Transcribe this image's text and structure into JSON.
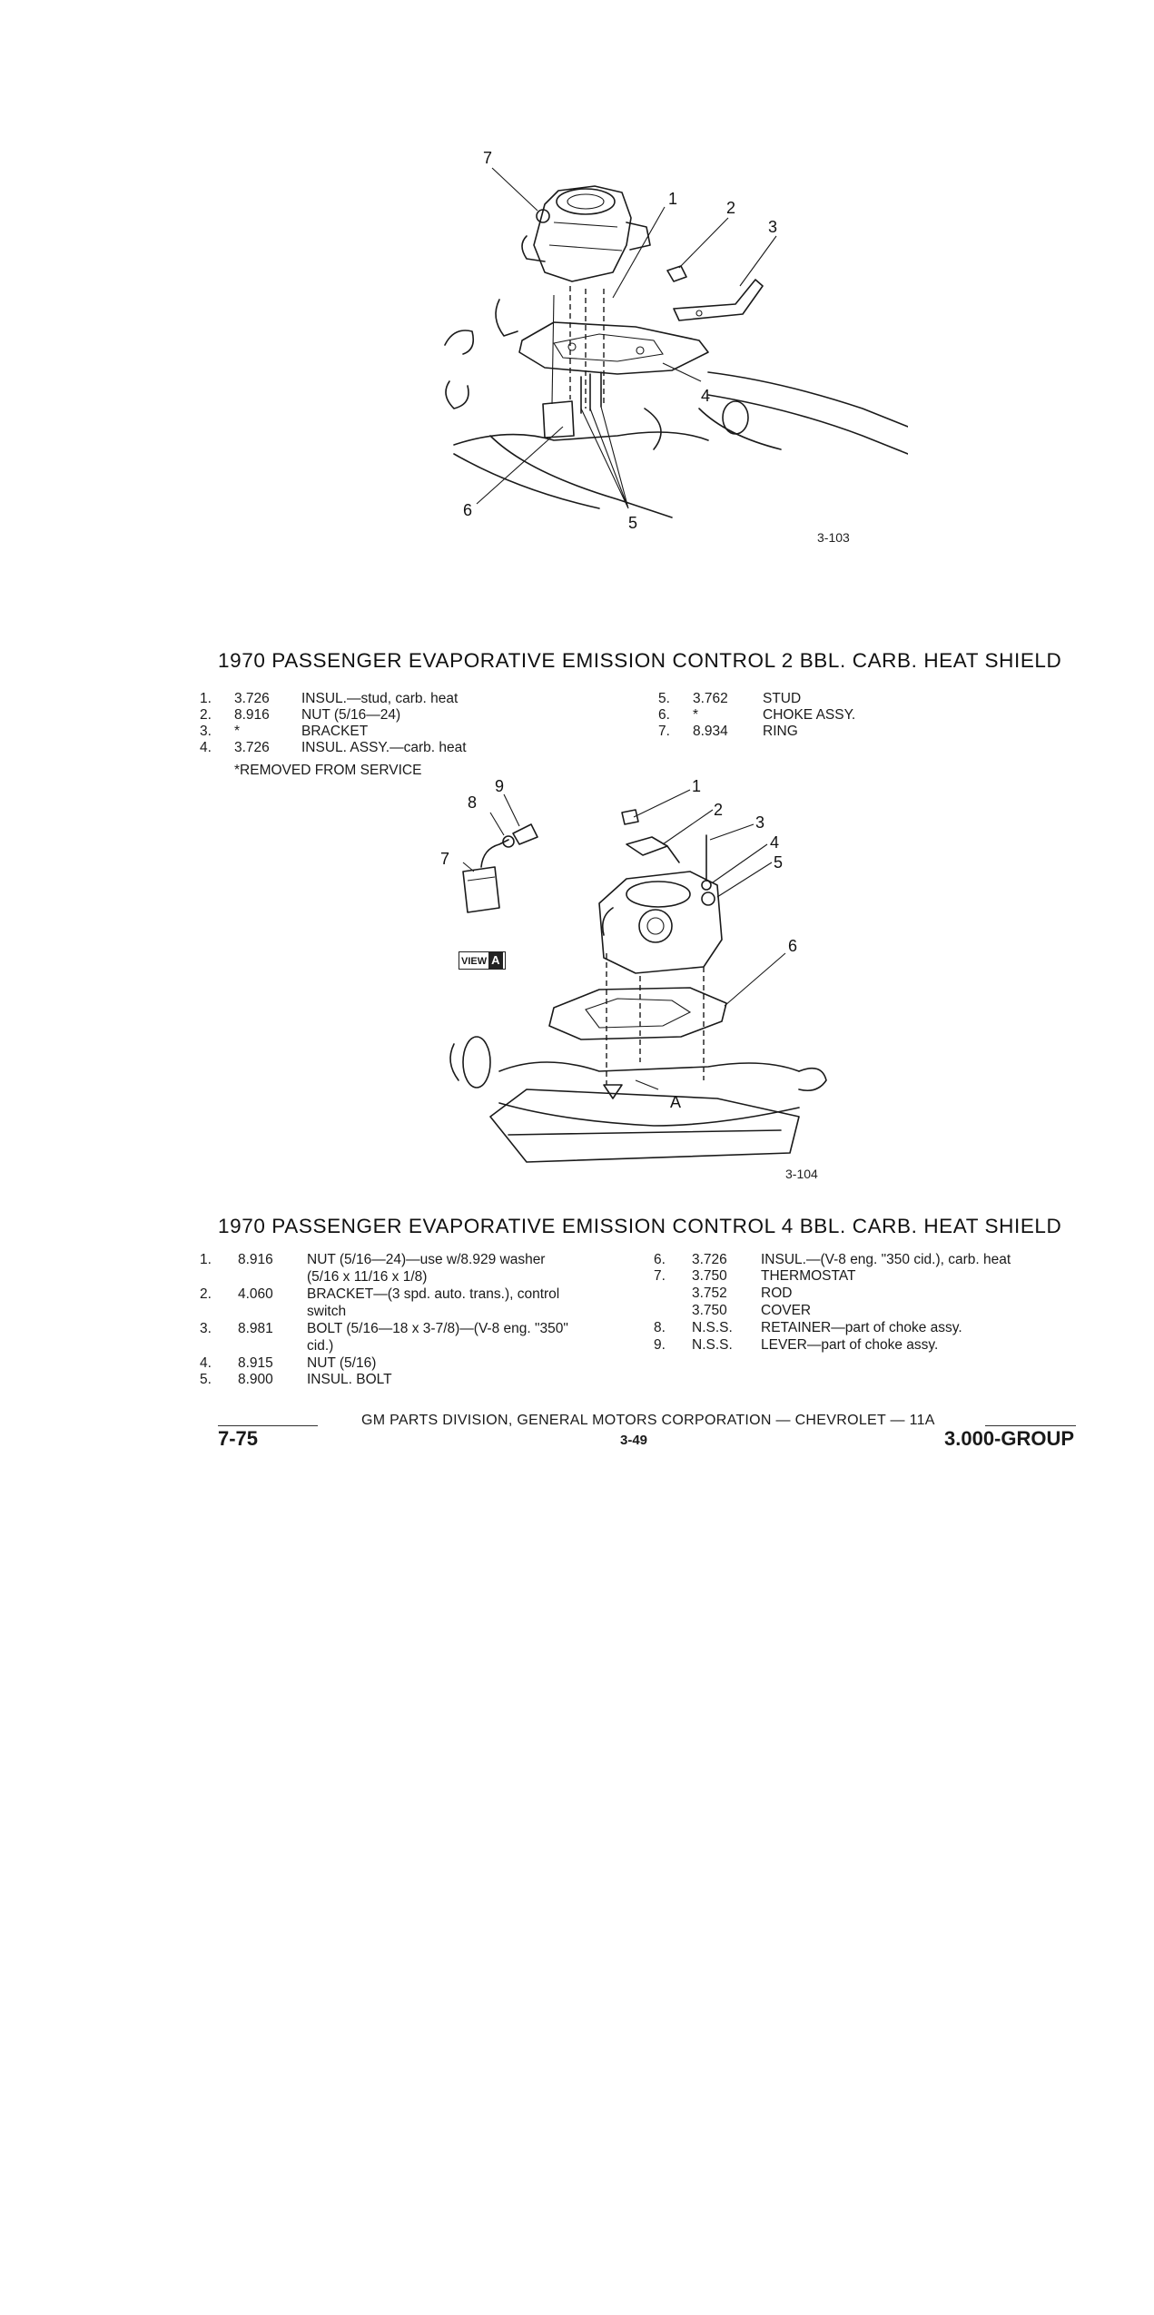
{
  "figure1": {
    "fig_id": "3-103",
    "callouts": [
      "1",
      "2",
      "3",
      "4",
      "5",
      "6",
      "7"
    ]
  },
  "section1": {
    "title": "1970 PASSENGER EVAPORATIVE EMISSION CONTROL 2 BBL. CARB. HEAT SHIELD",
    "parts_left": [
      {
        "num": "1.",
        "code": "3.726",
        "desc": "INSUL.—stud, carb. heat"
      },
      {
        "num": "2.",
        "code": "8.916",
        "desc": "NUT (5/16—24)"
      },
      {
        "num": "3.",
        "code": "*",
        "desc": "BRACKET"
      },
      {
        "num": "4.",
        "code": "3.726",
        "desc": "INSUL. ASSY.—carb. heat"
      }
    ],
    "parts_right": [
      {
        "num": "5.",
        "code": "3.762",
        "desc": "STUD"
      },
      {
        "num": "6.",
        "code": "*",
        "desc": "CHOKE ASSY."
      },
      {
        "num": "7.",
        "code": "8.934",
        "desc": "RING"
      }
    ],
    "note": "*REMOVED FROM SERVICE"
  },
  "figure2": {
    "fig_id": "3-104",
    "view_label": "VIEW",
    "view_letter": "A",
    "arrow_letter": "A",
    "callouts": [
      "1",
      "2",
      "3",
      "4",
      "5",
      "6",
      "7",
      "8",
      "9"
    ]
  },
  "section2": {
    "title": "1970 PASSENGER EVAPORATIVE EMISSION CONTROL 4 BBL. CARB. HEAT SHIELD",
    "parts_left": [
      {
        "num": "1.",
        "code": "8.916",
        "desc": "NUT (5/16—24)—use w/8.929 washer (5/16 x 11/16 x 1/8)"
      },
      {
        "num": "2.",
        "code": "4.060",
        "desc": "BRACKET—(3 spd. auto. trans.), control switch"
      },
      {
        "num": "3.",
        "code": "8.981",
        "desc": "BOLT (5/16—18 x 3-7/8)—(V-8 eng. \"350\" cid.)"
      },
      {
        "num": "4.",
        "code": "8.915",
        "desc": "NUT (5/16)"
      },
      {
        "num": "5.",
        "code": "8.900",
        "desc": "INSUL. BOLT"
      }
    ],
    "parts_right": [
      {
        "num": "6.",
        "code": "3.726",
        "desc": "INSUL.—(V-8 eng. \"350 cid.), carb. heat"
      },
      {
        "num": "7.",
        "code": "3.750",
        "desc": "THERMOSTAT"
      },
      {
        "num": "",
        "code": "3.752",
        "desc": "ROD"
      },
      {
        "num": "",
        "code": "3.750",
        "desc": "COVER"
      },
      {
        "num": "8.",
        "code": "N.S.S.",
        "desc": "RETAINER—part of choke assy."
      },
      {
        "num": "9.",
        "code": "N.S.S.",
        "desc": "LEVER—part of choke assy."
      }
    ]
  },
  "footer": {
    "division_line": "GM PARTS DIVISION, GENERAL MOTORS CORPORATION — CHEVROLET — 11A",
    "date": "7-75",
    "page": "3-49",
    "group": "3.000-GROUP"
  }
}
